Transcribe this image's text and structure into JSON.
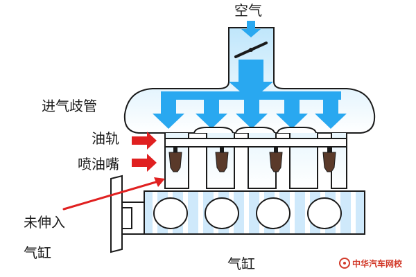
{
  "labels": {
    "air": "空气",
    "intake_manifold": "进气歧管",
    "fuel_rail": "油轨",
    "injector": "喷油嘴",
    "not_into_cylinder_line1": "未伸入",
    "not_into_cylinder_line2": "气缸",
    "cylinder": "气缸"
  },
  "watermark": {
    "text": "中华汽车网校"
  },
  "colors": {
    "air_arrow": "#29a8f0",
    "manifold_fill": "#eaf6fd",
    "cylinder_fill": "#cfe9fb",
    "callout_arrow": "#e02020",
    "outline": "#1a1a1a",
    "injector": "#5a3a2a"
  },
  "icons": {
    "air_arrow": "down-arrow-icon",
    "callout": "red-arrow-icon",
    "watermark_logo": "wheel-logo-icon"
  }
}
